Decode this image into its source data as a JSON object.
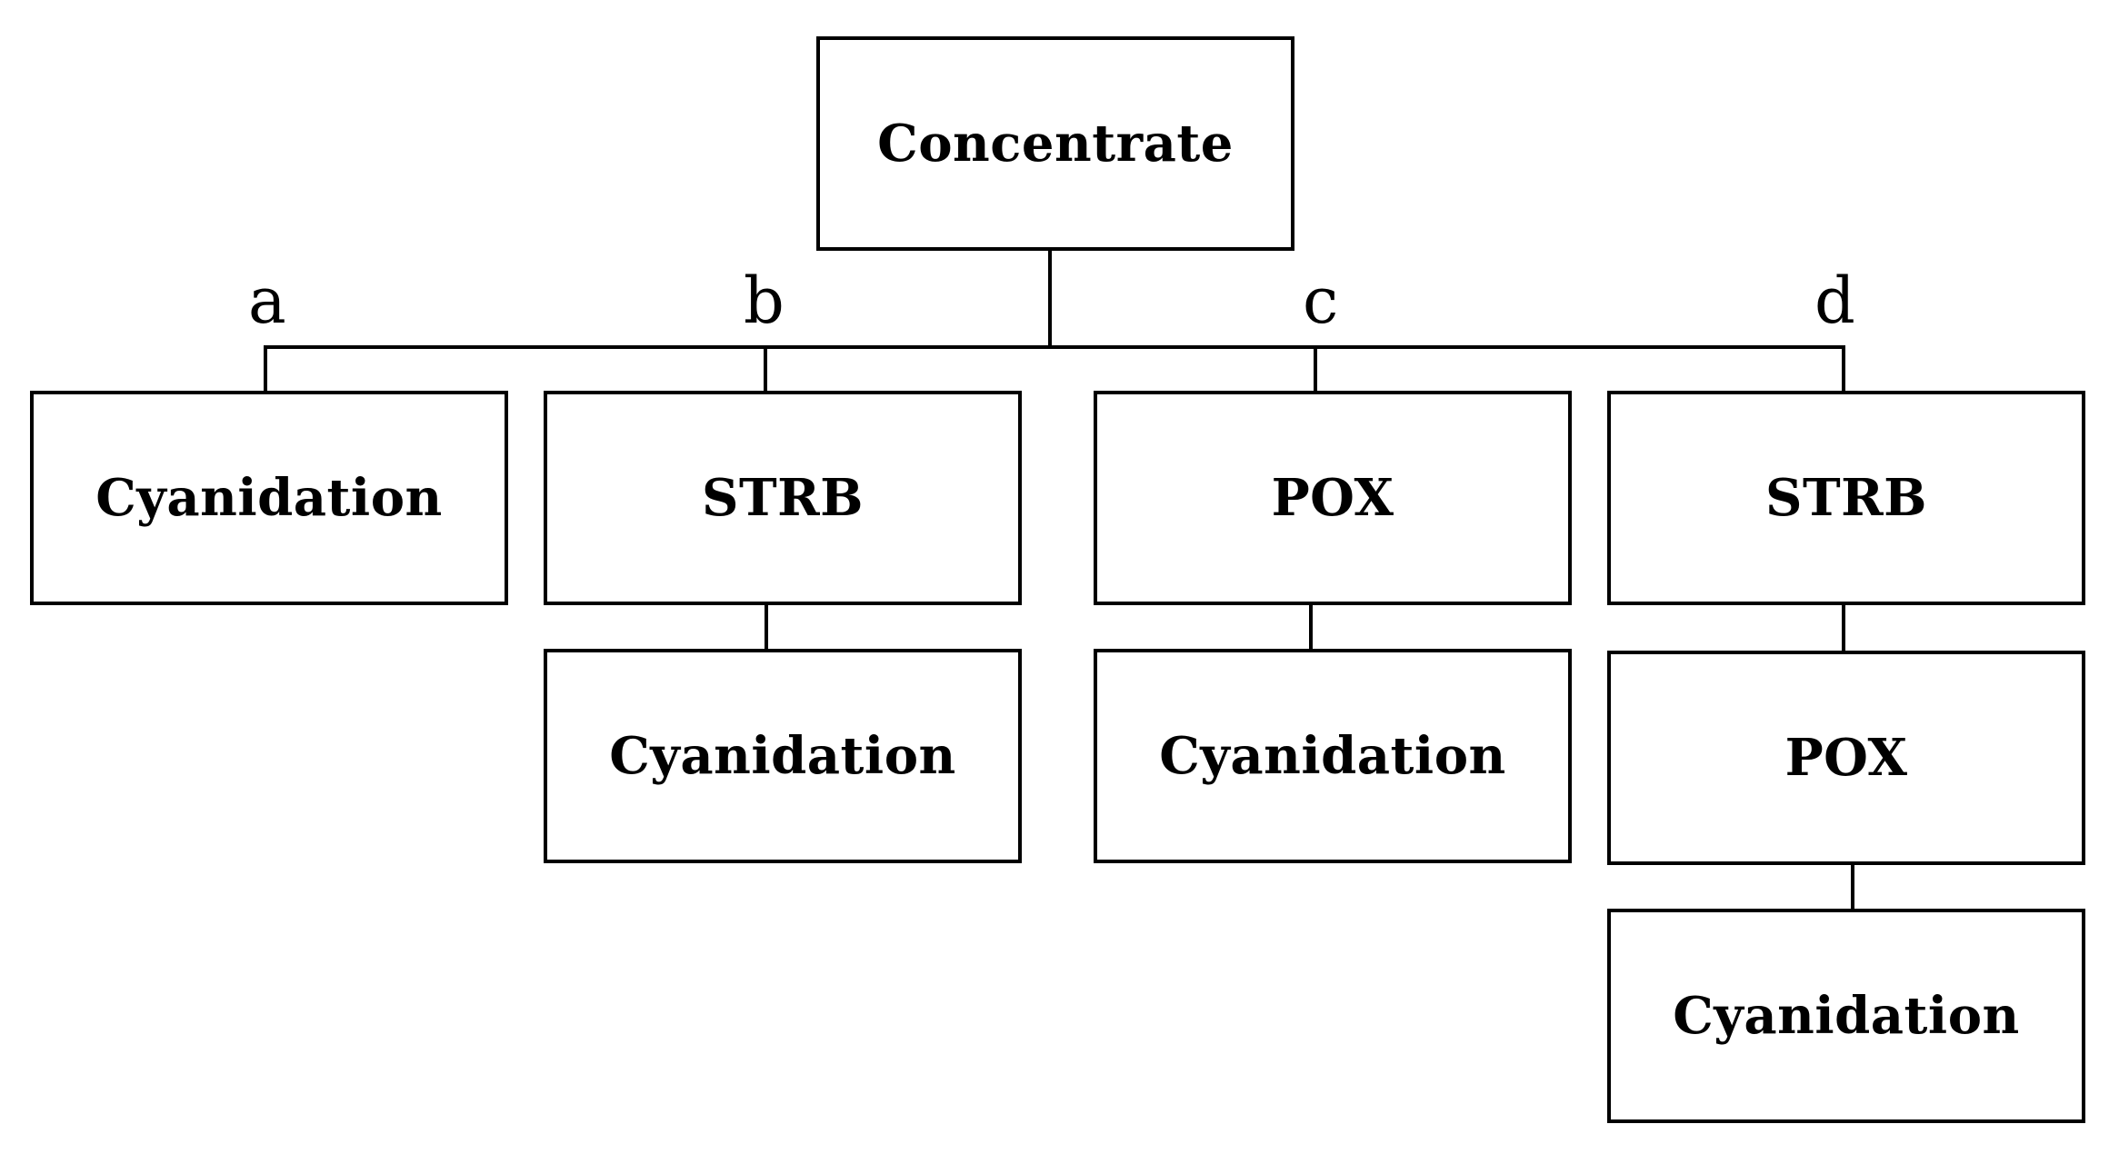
{
  "root": {
    "label": "Concentrate"
  },
  "branches": [
    {
      "letter": "a",
      "steps": [
        "Cyanidation"
      ]
    },
    {
      "letter": "b",
      "steps": [
        "STRB",
        "Cyanidation"
      ]
    },
    {
      "letter": "c",
      "steps": [
        "POX",
        "Cyanidation"
      ]
    },
    {
      "letter": "d",
      "steps": [
        "STRB",
        "POX",
        "Cyanidation"
      ]
    }
  ]
}
